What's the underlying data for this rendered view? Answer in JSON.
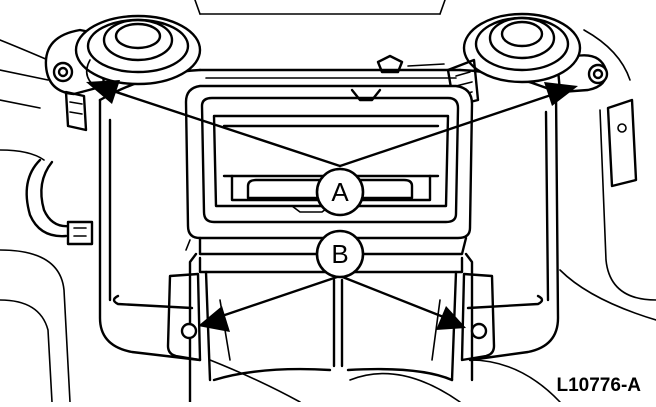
{
  "callouts": {
    "a": {
      "letter": "A"
    },
    "b": {
      "letter": "B"
    }
  },
  "figure_ref": "L10776-A",
  "colors": {
    "ink": "#000000",
    "paper": "#ffffff"
  }
}
